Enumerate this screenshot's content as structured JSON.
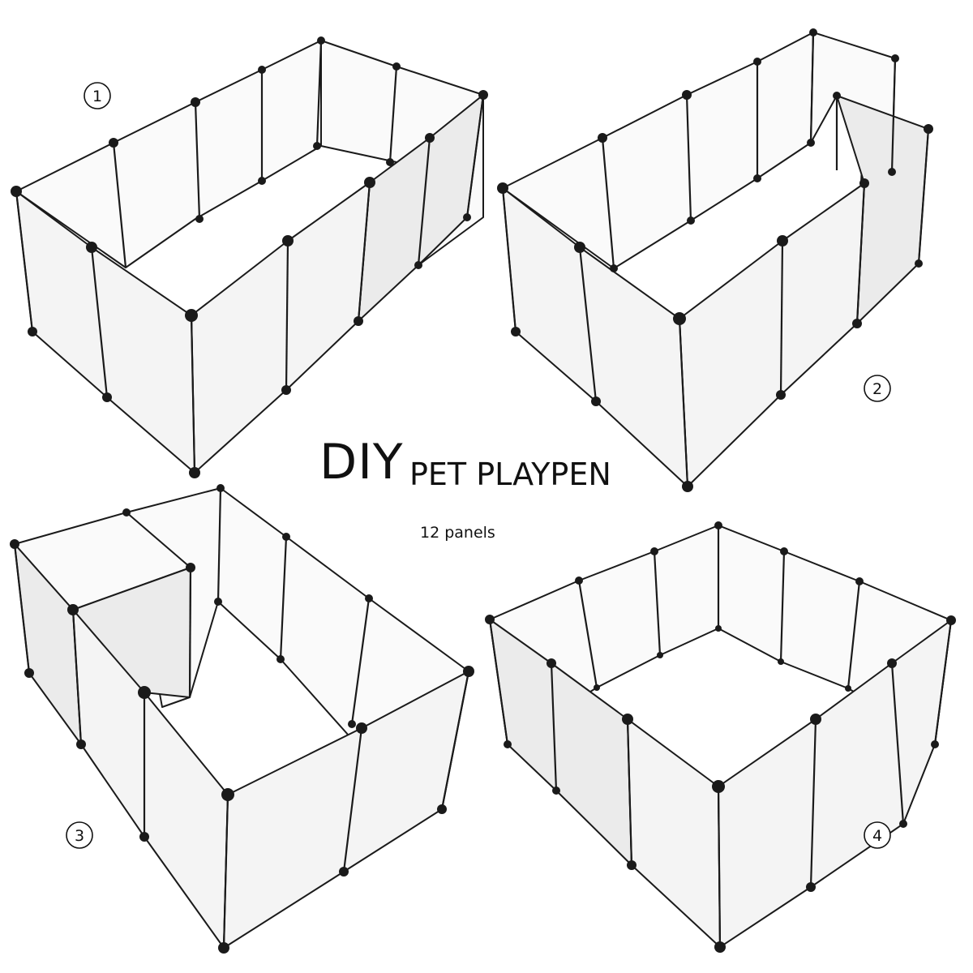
{
  "title": {
    "main": "DIY",
    "rest": "PET PLAYPEN"
  },
  "subtitle": "12 panels",
  "configurations": [
    {
      "label": "1",
      "shape": "rectangle-2x4",
      "panels": 12
    },
    {
      "label": "2",
      "shape": "notched-rectangle",
      "panels": 12
    },
    {
      "label": "3",
      "shape": "rectangle-with-box",
      "panels": 12
    },
    {
      "label": "4",
      "shape": "square-3x3",
      "panels": 12
    }
  ],
  "colors": {
    "panel": "#f4f4f4",
    "frame": "#1a1a1a",
    "background": "#ffffff"
  },
  "icons": [
    "connector-clip-icon",
    "number-badge-icon"
  ]
}
